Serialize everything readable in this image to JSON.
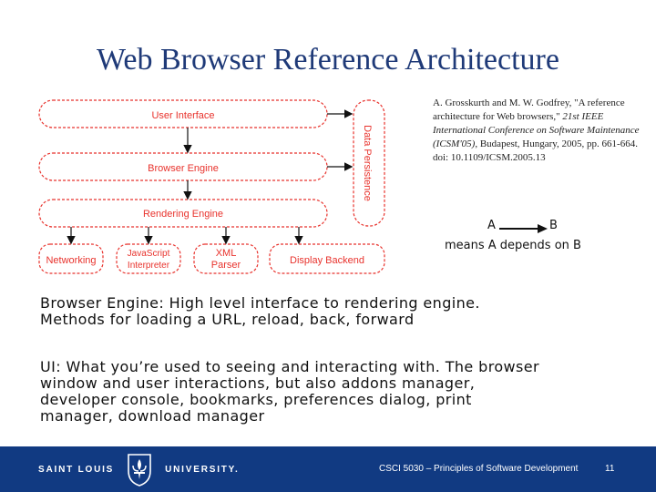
{
  "slide": {
    "title": "Web Browser Reference Architecture"
  },
  "diagram": {
    "ui": "User Interface",
    "browser_engine": "Browser Engine",
    "rendering_engine": "Rendering Engine",
    "networking": "Networking",
    "js_line1": "JavaScript",
    "js_line2": "Interpreter",
    "xml_line1": "XML",
    "xml_line2": "Parser",
    "display_backend": "Display Backend",
    "data_persistence": "Data Persistence",
    "colors": {
      "box_stroke": "#e8322c",
      "arrow": "#111111"
    }
  },
  "citation": {
    "part1": "A. Grosskurth and M. W. Godfrey, \"A reference architecture for Web browsers,\" ",
    "part2": "21st IEEE International Conference on Software Maintenance (ICSM'05)",
    "part3": ", Budapest, Hungary, 2005, pp. 661-664.",
    "doi": "doi: 10.1109/ICSM.2005.13"
  },
  "legend": {
    "a": "A",
    "b": "B",
    "means": "means A depends on B"
  },
  "body": {
    "p1_line1": "Browser Engine: High level interface to rendering engine.",
    "p1_line2": "Methods for loading a URL, reload, back, forward",
    "p2_line1": "UI: What you’re used to seeing and interacting with. The browser",
    "p2_line2": "window and user interactions, but also addons manager,",
    "p2_line3": "developer console, bookmarks, preferences dialog, print",
    "p2_line4": "manager, download manager"
  },
  "footer": {
    "university_left": "SAINT LOUIS",
    "university_right": "UNIVERSITY.",
    "course": "CSCI 5030 – Principles of Software Development",
    "page_number": "11",
    "colors": {
      "bar": "#113a82",
      "text": "#ffffff"
    }
  }
}
